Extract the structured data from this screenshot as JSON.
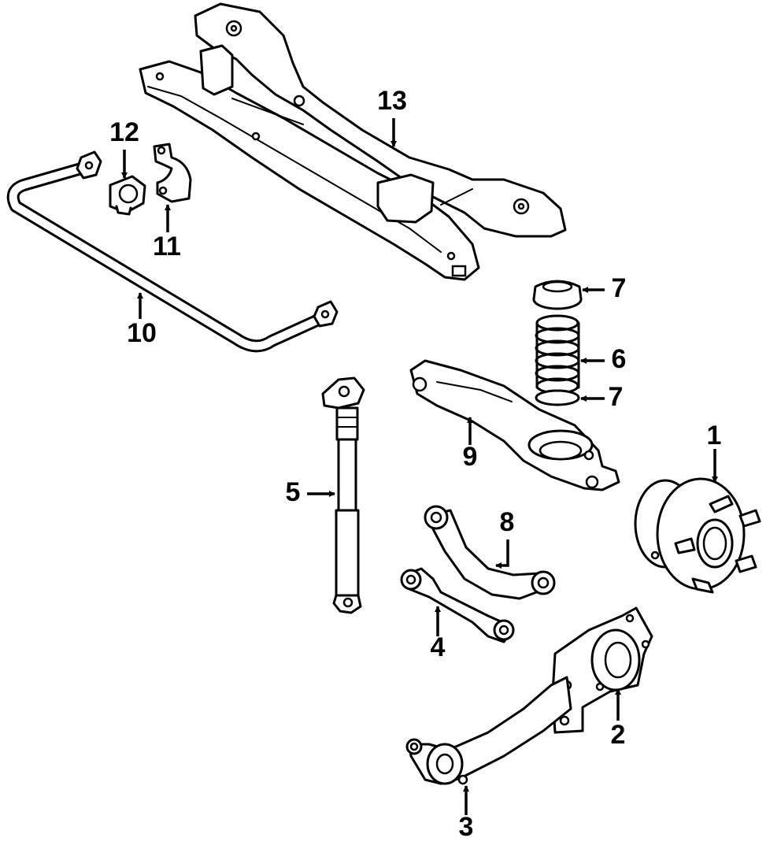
{
  "colors": {
    "line": "#000000",
    "background": "#ffffff"
  },
  "callouts": [
    {
      "id": "callout-1",
      "text": "1"
    },
    {
      "id": "callout-2",
      "text": "2"
    },
    {
      "id": "callout-3",
      "text": "3"
    },
    {
      "id": "callout-4",
      "text": "4"
    },
    {
      "id": "callout-5",
      "text": "5"
    },
    {
      "id": "callout-6",
      "text": "6"
    },
    {
      "id": "callout-7a",
      "text": "7"
    },
    {
      "id": "callout-7b",
      "text": "7"
    },
    {
      "id": "callout-8",
      "text": "8"
    },
    {
      "id": "callout-9",
      "text": "9"
    },
    {
      "id": "callout-10",
      "text": "10"
    },
    {
      "id": "callout-11",
      "text": "11"
    },
    {
      "id": "callout-12",
      "text": "12"
    },
    {
      "id": "callout-13",
      "text": "13"
    }
  ]
}
